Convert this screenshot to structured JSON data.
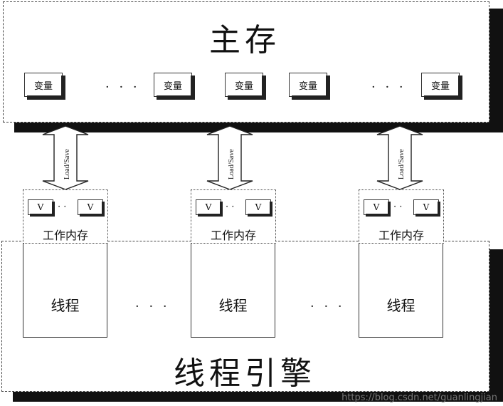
{
  "main_memory": {
    "title": "主存",
    "variables": [
      "变量",
      "变量",
      "变量",
      "变量",
      "变量"
    ],
    "ellipsis": "· · ·"
  },
  "transfer": {
    "label": "Load/Save"
  },
  "working_memory": {
    "label": "工作内存",
    "var_label": "V",
    "ellipsis": "· ·"
  },
  "threads": {
    "label": "线程",
    "ellipsis": "· · ·"
  },
  "thread_engine": {
    "title": "线程引擎"
  },
  "watermark": "https://blog.csdn.net/guanlingjian"
}
